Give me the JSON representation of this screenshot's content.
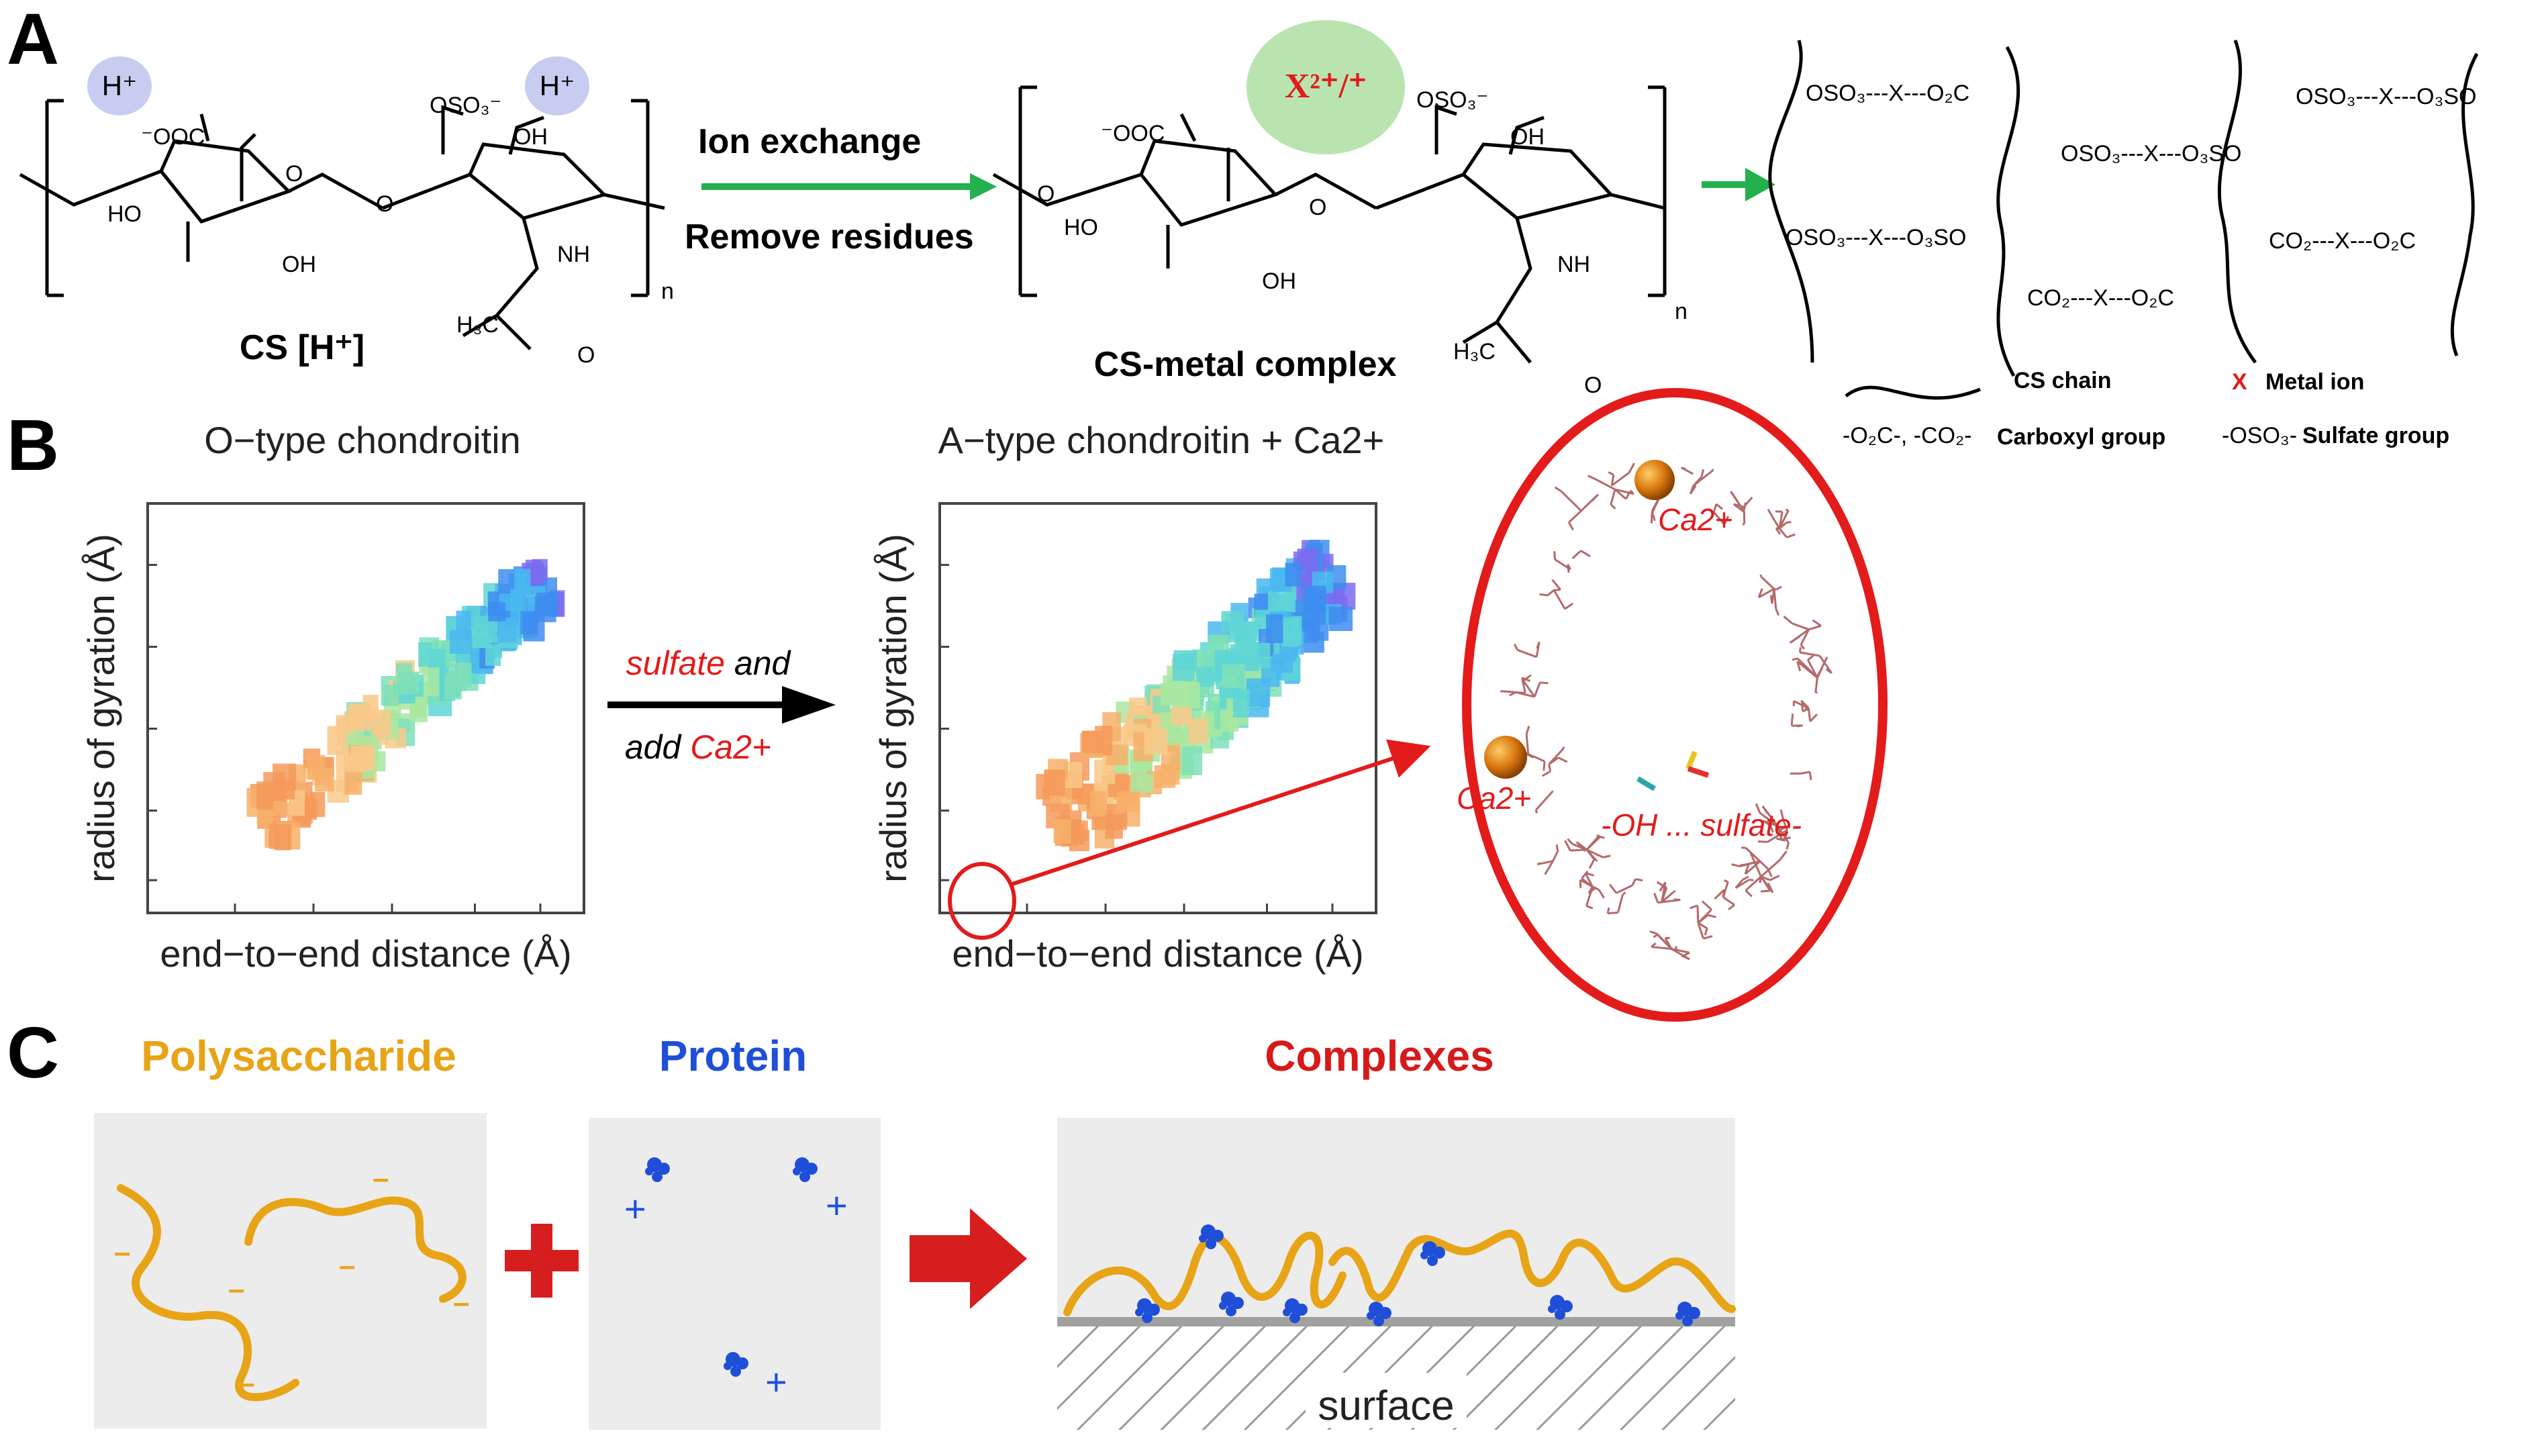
{
  "panels": {
    "a": "A",
    "b": "B",
    "c": "C"
  },
  "panel_a": {
    "h_plus": "H⁺",
    "cs_label": "CS [H⁺]",
    "ion_exchange": "Ion exchange",
    "remove_residues": "Remove residues",
    "metal_ion": "X²⁺/⁺",
    "complex_label": "CS-metal complex",
    "n_subscript": "n",
    "chem": {
      "OOC": "⁻OOC",
      "OSO3": "OSO₃⁻",
      "OH": "OH",
      "HO": "HO",
      "NH": "NH",
      "H3C": "H₃C",
      "O": "O"
    },
    "crosslinks": {
      "sulfate_sulfate": "OSO₃---X---O₃SO",
      "sulfate_carboxyl": "OSO₃---X---O₂C",
      "carboxyl_carboxyl": "CO₂---X---O₂C",
      "x": "X"
    },
    "legend": {
      "cs_chain": "CS chain",
      "metal_ion": "Metal ion",
      "x_symbol": "X",
      "carboxyl_symbols": "-O₂C-,  -CO₂-",
      "carboxyl_group": "Carboxyl group",
      "sulfate_symbol": "-OSO₃-",
      "sulfate_group": "Sulfate group"
    }
  },
  "panel_b": {
    "plot_left_title": "O−type chondroitin",
    "plot_right_title": "A−type chondroitin + Ca2+",
    "ylabel": "radius of gyration (Å)",
    "xlabel": "end−to−end distance (Å)",
    "arrow_text_1_red": "sulfate",
    "arrow_text_1_black": " and",
    "arrow_text_2_black": "add ",
    "arrow_text_2_red": "Ca2+",
    "ca_label_top": "Ca2+",
    "ca_label_left": "Ca2+",
    "interaction_label": "-OH ... sulfate-"
  },
  "panel_c": {
    "polysaccharide": "Polysaccharide",
    "protein": "Protein",
    "complexes": "Complexes",
    "surface": "surface",
    "minus": "–",
    "plus": "+",
    "colors": {
      "polysaccharide": "#e8a417",
      "protein": "#1f4fd8",
      "complexes": "#d61a1a",
      "red_symbol": "#d71e1e"
    }
  }
}
